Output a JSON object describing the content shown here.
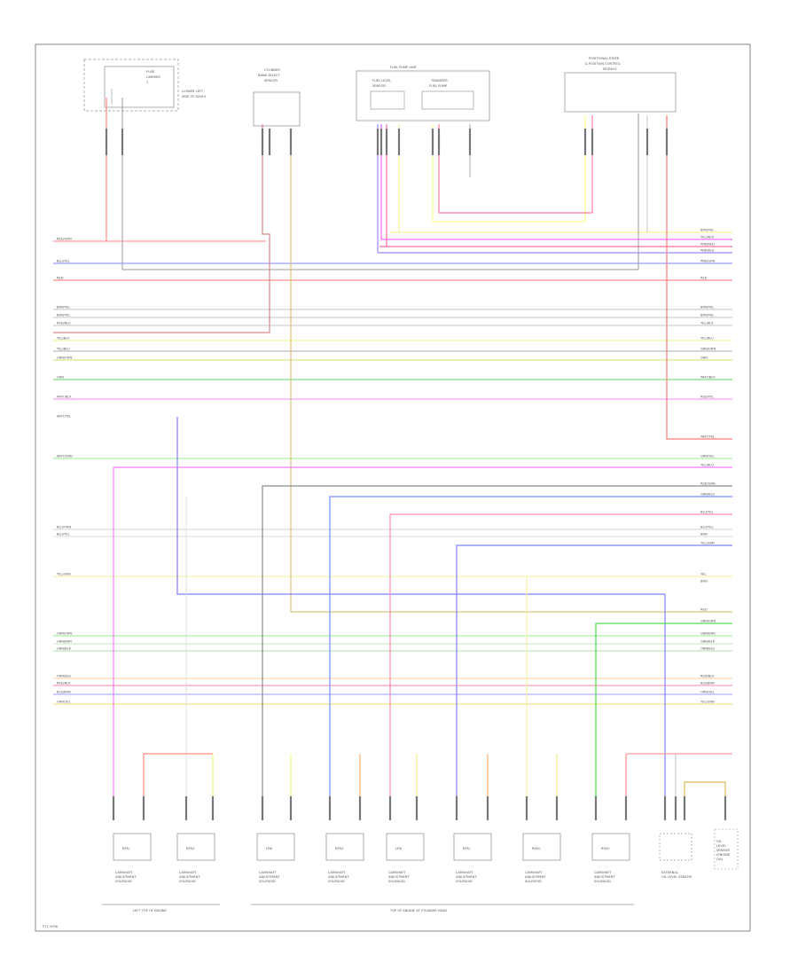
{
  "diagram": {
    "footer_code": "F17-3056",
    "top_components": [
      {
        "id": "fuse-box",
        "lines": [
          "FUSE",
          "CARRIER",
          "1",
          "(LOWER LEFT",
          "SIDE OF DASH)"
        ]
      },
      {
        "id": "ecm",
        "lines": [
          "CYLINDER",
          "BANK SELECT",
          "SENSOR"
        ]
      },
      {
        "id": "fuel-pump-unit",
        "title": "FUEL PUMP UNIT",
        "sub": [
          [
            "FUEL LEVEL",
            "SENSOR"
          ],
          [
            "TRANSFER",
            "FUEL PUMP"
          ]
        ]
      },
      {
        "id": "pcm",
        "lines": [
          "POSITIONAL STEER",
          "& POSITION CONTROL",
          "MODULE"
        ]
      }
    ],
    "harness_left_labels": [
      "RED/GRN",
      "BLU/YEL",
      "RED",
      "BRN/YEL",
      "BRN/YEL",
      "RED/BLU",
      "YEL/BLK",
      "YEL/BLU",
      "GRN/ORN",
      "GRN",
      "WHT/BLK",
      "WHT/YEL",
      "WHT/GRN",
      "BLU/ORN",
      "BLU/YEL",
      "YEL/GRN",
      "GRN/ORN",
      "GRN/BRN",
      "GRN/BLK",
      "ORN/BLU",
      "RED/BLK",
      "BLK/BRN",
      "ORN/YEL"
    ],
    "harness_right_labels": [
      "BRN/YEL",
      "YEL/RED",
      "PNK/RED",
      "PNK/BLU",
      "PNK/GRN",
      "RED",
      "BRN/YEL",
      "BRN/YEL",
      "YEL/BLK",
      "YEL/BLU",
      "GRN/ORN",
      "GRN",
      "WHT/BLK",
      "RED/YEL",
      "WHT/YEL",
      "GRN/YEL",
      "YEL/BLU",
      "RED/GRN",
      "GRN/BLU",
      "BLU/YEL",
      "BLU/YEL",
      "BRN",
      "YEL/GRN",
      "YEL",
      "BRN",
      "RED",
      "GRN/ORN",
      "GRN/BRN",
      "GRN/BLK",
      "ORN/BLU",
      "RED/BLK",
      "BLK/BRN",
      "ORN/YEL",
      "YEL/GRN"
    ],
    "bottom_components": [
      {
        "box": "RFAI",
        "lines": [
          "CAMSHAFT",
          "ADJUSTMENT",
          "SOLENOID"
        ]
      },
      {
        "box": "RFAO",
        "lines": [
          "CAMSHAFT",
          "ADJUSTMENT",
          "SOLENOID"
        ]
      },
      {
        "box": "LFAI",
        "lines": [
          "CAMSHAFT",
          "ADJUSTMENT",
          "SOLENOID"
        ]
      },
      {
        "box": "RFAO",
        "lines": [
          "CAMSHAFT",
          "ADJUSTMENT",
          "SOLENOID"
        ]
      },
      {
        "box": "LFAI",
        "lines": [
          "CAMSHAFT",
          "ADJUSTMENT",
          "SOLENOID"
        ]
      },
      {
        "box": "RFAI",
        "lines": [
          "CAMSHAFT",
          "ADJUSTMENT",
          "SOLENOID"
        ]
      },
      {
        "box": "RFAO",
        "lines": [
          "CAMSHAFT",
          "ADJUSTMENT",
          "SOLENOID"
        ]
      },
      {
        "box": "RFAO",
        "lines": [
          "CAMSHAFT",
          "ADJUSTMENT",
          "SOLENOID"
        ]
      },
      {
        "box": "",
        "lines": [
          "EXTERNAL",
          "OIL LEVEL SENSOR"
        ]
      },
      {
        "box": "",
        "lines": [
          "OIL",
          "LEVEL",
          "SENSOR",
          "(ENGINE",
          "OIL)"
        ]
      }
    ],
    "bottom_groups": [
      {
        "label": "LEFT TOP OF ENGINE"
      },
      {
        "label": "TOP OF ENGINE AT CYLINDER HEAD"
      }
    ]
  }
}
